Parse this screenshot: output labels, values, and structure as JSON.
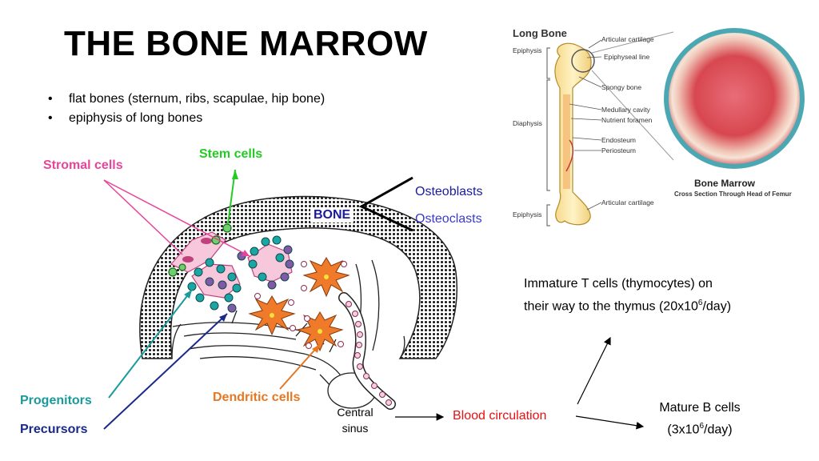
{
  "title": "THE BONE MARROW",
  "bullets": [
    "flat bones (sternum, ribs, scapulae, hip bone)",
    "epiphysis of long bones"
  ],
  "diagram_labels": {
    "stromal_cells": "Stromal cells",
    "stem_cells": "Stem cells",
    "bone": "BONE",
    "osteoblasts": "Osteoblasts",
    "osteoclasts": "Osteoclasts",
    "progenitors": "Progenitors",
    "precursors": "Precursors",
    "dendritic_cells": "Dendritic cells",
    "central_sinus_line1": "Central",
    "central_sinus_line2": "sinus",
    "blood_circulation": "Blood circulation",
    "thymocytes_line1": "Immature T cells (thymocytes) on",
    "thymocytes_line2_pre": "their way to the thymus (20x10",
    "thymocytes_exp": "6",
    "thymocytes_line2_post": "/day)",
    "mature_b_line1": "Mature B cells",
    "mature_b_line2_pre": "(3x10",
    "mature_b_exp": "6",
    "mature_b_line2_post": "/day)"
  },
  "long_bone_figure": {
    "heading": "Long Bone",
    "annotations": [
      "Articular cartilage",
      "Epiphyseal line",
      "Spongy bone",
      "Medullary cavity",
      "Nutrient foramen",
      "Endosteum",
      "Periosteum",
      "Articular cartilage"
    ],
    "regions": [
      "Epiphysis",
      "Diaphysis",
      "Epiphysis"
    ],
    "caption_title": "Bone Marrow",
    "caption_sub": "Cross Section Through Head of Femur"
  },
  "colors": {
    "stromal": "#e8459a",
    "stem": "#22cc22",
    "osteo": "#1a1a9e",
    "progenitors": "#1a9a9a",
    "precursors": "#1a2a8a",
    "dendritic": "#e87722",
    "blood": "#e81010"
  }
}
